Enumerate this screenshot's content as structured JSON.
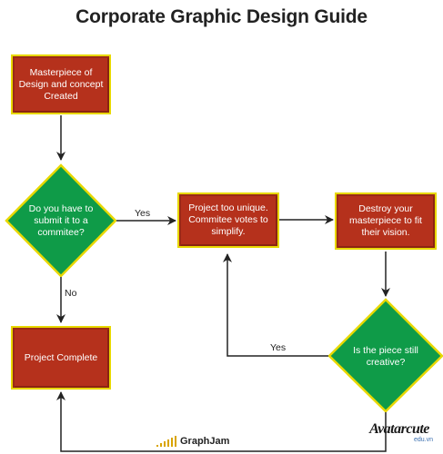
{
  "title": "Corporate Graphic Design Guide",
  "nodes": {
    "start": "Masterpiece of Design and concept Created",
    "submit_decision": "Do you have to submit it to a commitee?",
    "too_unique": "Project too unique. Commitee votes to simplify.",
    "destroy": "Destroy your masterpiece to fit their vision.",
    "creative_decision": "Is the piece still creative?",
    "complete": "Project Complete"
  },
  "edge_labels": {
    "yes_submit": "Yes",
    "no_submit": "No",
    "yes_creative": "Yes"
  },
  "footer": {
    "brand": "GraphJam",
    "watermark_main": "Avatarcute",
    "watermark_sub": "edu.vn"
  },
  "colors": {
    "box_fill": "#b5311c",
    "box_border": "#e8d800",
    "diamond_fill": "#0f9b48",
    "diamond_border": "#e8d800",
    "arrow": "#222222"
  }
}
